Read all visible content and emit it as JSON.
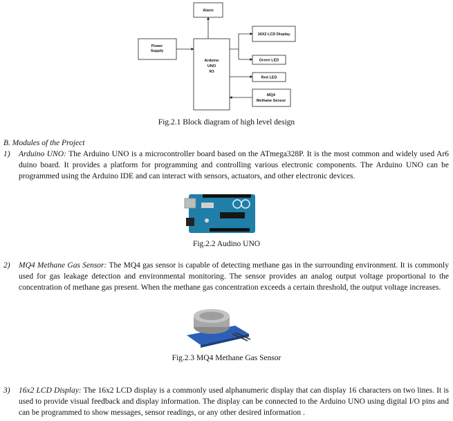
{
  "diagram": {
    "blocks": {
      "alarm": "Alarm",
      "power_line1": "Power",
      "power_line2": "Supply",
      "arduino_line1": "Arduino",
      "arduino_line2": "UNO",
      "arduino_line3": "R3",
      "lcd": "16X2 LCD Display",
      "green_led": "Green LED",
      "red_led": "Red LED",
      "mq4_line1": "MQ4",
      "mq4_line2": "Methane Sensor"
    },
    "caption": "Fig.2.1 Block diagram of high level design"
  },
  "section_heading": "B.  Modules of the Project",
  "items": [
    {
      "number": "1)",
      "heading": "Arduino UNO:",
      "body": "The Arduino UNO is a microcontroller board based on the ATmega328P. It is the most common and widely used Ar6 duino board. It provides a platform for programming and controlling various electronic components. The Arduino UNO can be programmed using the Arduino IDE and can interact with sensors, actuators, and other electronic devices.",
      "caption": "Fig.2.2 Audino UNO"
    },
    {
      "number": "2)",
      "heading": "MQ4 Methane Gas Sensor:",
      "body": "The MQ4 gas sensor is capable of detecting methane gas in the surrounding environment. It is commonly used for gas leakage detection and environmental monitoring. The sensor provides an analog output voltage proportional to the concentration of methane gas present. When the methane gas concentration exceeds a certain threshold, the output voltage increases.",
      "caption": "Fig.2.3 MQ4 Methane Gas Sensor"
    },
    {
      "number": "3)",
      "heading": "16x2 LCD Display:",
      "body": "The 16x2 LCD display is a commonly used alphanumeric display that can display 16 characters on two lines. It is used to provide visual feedback and display information. The display can be connected to the Arduino UNO using digital I/O pins and can be programmed to show messages, sensor readings, or any other desired information ."
    }
  ],
  "colors": {
    "board_blue": "#1f7fa8",
    "sensor_silver": "#9a9a9a",
    "sensor_board": "#2b5fb8"
  }
}
